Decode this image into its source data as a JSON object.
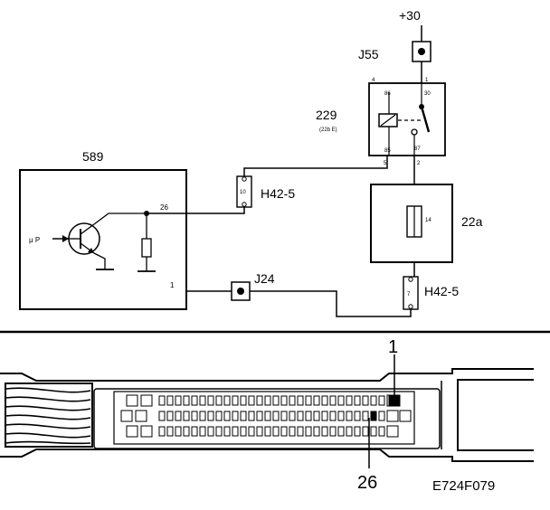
{
  "labels": {
    "supply": "+30",
    "relay_name": "J55",
    "relay_number": "229",
    "relay_sub": "(22b E)",
    "ecu_number": "589",
    "connector_top": "H42-5",
    "connector_bottom": "H42-5",
    "junction": "J24",
    "fuse_block": "22a",
    "fuse_number": "14",
    "transistor_input": "µ P",
    "ecu_pin_26": "26",
    "ecu_pin_1": "1",
    "relay_pin_86": "86",
    "relay_pin_85": "85",
    "relay_pin_30": "30",
    "relay_pin_87": "87",
    "relay_term_4": "4",
    "relay_term_1": "1",
    "relay_term_5": "5",
    "relay_term_2": "2",
    "conn_top_pin": "10",
    "conn_bottom_pin": "7",
    "callout_pin_1": "1",
    "callout_pin_26": "26",
    "figure_id": "E724F079"
  }
}
